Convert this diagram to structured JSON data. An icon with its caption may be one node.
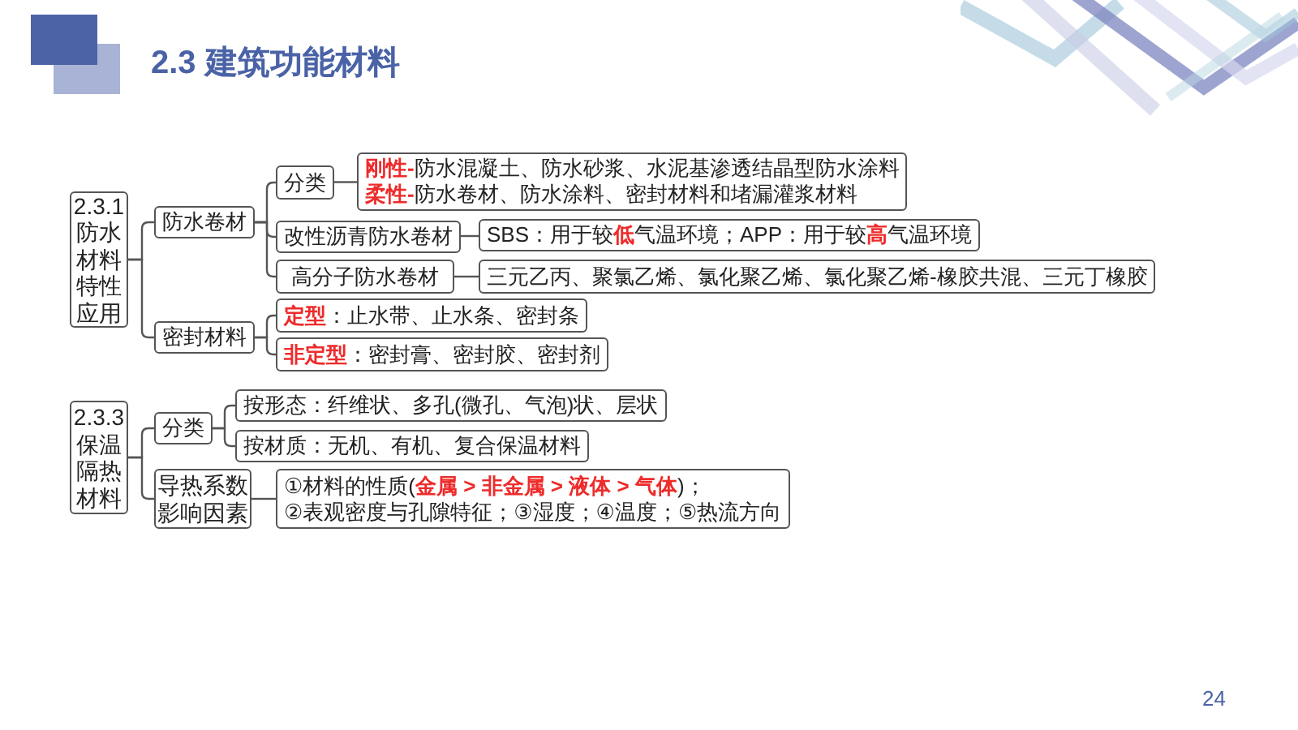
{
  "diagram": {
    "title": "2.3 建筑功能材料",
    "nodes": [
      {
        "text": [
          "2.3.1 防水材料特性应用"
        ]
      },
      {
        "text": [
          "防水卷材"
        ]
      },
      {
        "text": [
          "分类"
        ]
      },
      {
        "text": [
          "**刚性-**防水混凝土、防水砂浆、水泥基渗透结晶型防水涂料",
          "**柔性-**防水卷材、防水涂料、密封材料和堵漏灌浆材料"
        ]
      },
      {
        "text": [
          "改性沥青防水卷材"
        ]
      },
      {
        "text": [
          "SBS：用于较**低**气温环境；APP：用于较**高**气温环境"
        ]
      },
      {
        "text": [
          "高分子防水卷材"
        ]
      },
      {
        "text": [
          "三元乙丙、聚氯乙烯、氯化聚乙烯、氯化聚乙烯-橡胶共混、三元丁橡胶"
        ]
      },
      {
        "text": [
          "密封材料"
        ]
      },
      {
        "text": [
          "**定型**：止水带、止水条、密封条"
        ]
      },
      {
        "text": [
          "**非定型**：密封膏、密封胶、密封剂"
        ]
      },
      {
        "text": [
          "2.3.3 保温隔热材料"
        ]
      },
      {
        "text": [
          "分类"
        ]
      },
      {
        "text": [
          "按形态：纤维状、多孔(微孔、气泡)状、层状"
        ]
      },
      {
        "text": [
          "按材质：无机、有机、复合保温材料"
        ]
      },
      {
        "text": [
          "导热系数影响因素"
        ]
      },
      {
        "text": [
          "①材料的性质(**金属 > 非金属 > 液体 > 气体**)；",
          "②表观密度与孔隙特征；③湿度；④温度；⑤热流方向"
        ]
      }
    ],
    "edges": [
      {
        "from": 0,
        "to": 1,
        "arrow": "none"
      },
      {
        "from": 0,
        "to": 8,
        "arrow": "none"
      },
      {
        "from": 1,
        "to": 2,
        "arrow": "none"
      },
      {
        "from": 1,
        "to": 4,
        "arrow": "none"
      },
      {
        "from": 1,
        "to": 6,
        "arrow": "none"
      },
      {
        "from": 2,
        "to": 3,
        "arrow": "none"
      },
      {
        "from": 4,
        "to": 5,
        "arrow": "none"
      },
      {
        "from": 6,
        "to": 7,
        "arrow": "none"
      },
      {
        "from": 8,
        "to": 9,
        "arrow": "none"
      },
      {
        "from": 8,
        "to": 10,
        "arrow": "none"
      },
      {
        "from": 11,
        "to": 12,
        "arrow": "none"
      },
      {
        "from": 11,
        "to": 15,
        "arrow": "none"
      },
      {
        "from": 12,
        "to": 13,
        "arrow": "none"
      },
      {
        "from": 12,
        "to": 14,
        "arrow": "none"
      },
      {
        "from": 15,
        "to": 16,
        "arrow": "none"
      }
    ],
    "labels": [
      "24"
    ]
  }
}
